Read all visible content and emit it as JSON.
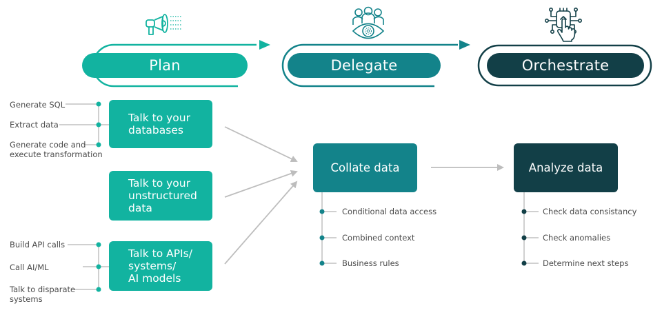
{
  "colors": {
    "plan": "#12b3a0",
    "delegate": "#13838a",
    "orchestrate": "#123f47",
    "connector": "#c0c0c0",
    "label_text": "#4a4a4a"
  },
  "stages": [
    {
      "label": "Plan",
      "icon": "megaphone-icon"
    },
    {
      "label": "Delegate",
      "icon": "team-eye-icon"
    },
    {
      "label": "Orchestrate",
      "icon": "circuit-hand-icon"
    }
  ],
  "plan": {
    "boxes": [
      {
        "label_lines": [
          "Talk to your",
          "databases"
        ],
        "bullets": [
          "Generate SQL",
          "Extract data",
          "Generate code and\nexecute transformation"
        ]
      },
      {
        "label_lines": [
          "Talk to your",
          "unstructured",
          "data"
        ],
        "bullets": []
      },
      {
        "label_lines": [
          "Talk to APIs/",
          "systems/",
          "AI models"
        ],
        "bullets": [
          "Build API calls",
          "Call AI/ML",
          "Talk to disparate\nsystems"
        ]
      }
    ]
  },
  "delegate": {
    "box_label": "Collate data",
    "bullets": [
      "Conditional data access",
      "Combined context",
      "Business rules"
    ]
  },
  "orchestrate": {
    "box_label": "Analyze data",
    "bullets": [
      "Check data consistancy",
      "Check anomalies",
      "Determine next steps"
    ]
  }
}
